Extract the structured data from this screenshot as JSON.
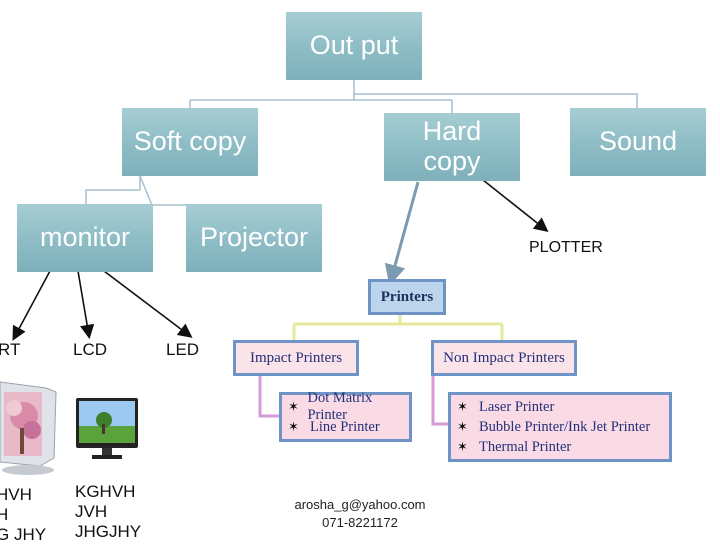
{
  "nodes": {
    "output": "Out put",
    "soft_copy": "Soft copy",
    "hard_copy": "Hard copy",
    "sound": "Sound",
    "monitor": "monitor",
    "projector": "Projector"
  },
  "labels": {
    "plotter": "PLOTTER",
    "crt": "RT",
    "lcd": "LCD",
    "led": "LED",
    "crt_caption": [
      "HVH",
      "H",
      "G JHY"
    ],
    "lcd_caption": [
      "KGHVH",
      "JVH",
      "JHGJHY"
    ]
  },
  "printers": {
    "title": "Printers",
    "impact_title": "Impact Printers",
    "non_impact_title": "Non Impact Printers",
    "impact_items": [
      "Dot Matrix Printer",
      "Line Printer"
    ],
    "non_impact_items": [
      "Laser Printer",
      "Bubble Printer/Ink Jet Printer",
      "Thermal Printer"
    ]
  },
  "contact": {
    "email": "arosha_g@yahoo.com",
    "phone": "071-8221172"
  },
  "colors": {
    "node_fill": "#8dbcc5",
    "tree_line": "#a9bfd0",
    "printer_border": "#6f93c4",
    "printer_fill": "#fadbe5"
  }
}
